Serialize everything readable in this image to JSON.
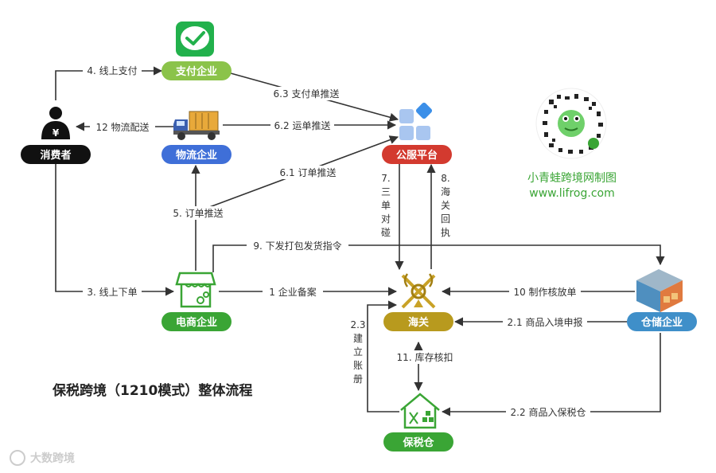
{
  "nodes": {
    "payment": {
      "label": "支付企业",
      "color": "#8bc34a"
    },
    "logistics": {
      "label": "物流企业",
      "color": "#3f6fd8"
    },
    "consumer": {
      "label": "消费者",
      "color": "#111111"
    },
    "platform": {
      "label": "公服平台",
      "color": "#d33a2f"
    },
    "ecommerce": {
      "label": "电商企业",
      "color": "#3aa535"
    },
    "customs": {
      "label": "海关",
      "color": "#b89a1e"
    },
    "warehouse": {
      "label": "仓储企业",
      "color": "#3f8fc9"
    },
    "bonded": {
      "label": "保税仓",
      "color": "#3aa535"
    }
  },
  "edges": {
    "e1": "1 企业备案",
    "e21": "2.1 商品入境申报",
    "e22": "2.2 商品入保税仓",
    "e23": [
      "2.3",
      "建",
      "立",
      "账",
      "册"
    ],
    "e3": "3. 线上下单",
    "e4": "4. 线上支付",
    "e5": "5. 订单推送",
    "e61": "6.1 订单推送",
    "e62": "6.2 运单推送",
    "e63": "6.3 支付单推送",
    "e7": [
      "7.",
      "三",
      "单",
      "对",
      "碰"
    ],
    "e8": [
      "8.",
      "海",
      "关",
      "回",
      "执"
    ],
    "e9": "9. 下发打包发货指令",
    "e10": "10 制作核放单",
    "e11": "11. 库存核扣",
    "e12": "12 物流配送"
  },
  "title": "保税跨境（1210模式）整体流程",
  "brand": {
    "name": "小青蛙跨境网制图",
    "url": "www.lifrog.com"
  },
  "watermark": "大数跨境",
  "icons": [
    "wechat-pay-icon",
    "truck-icon",
    "user-yuan-icon",
    "platform-icon",
    "storefront-icon",
    "customs-emblem-icon",
    "warehouse-icon",
    "bonded-warehouse-icon",
    "qr-code-icon"
  ]
}
